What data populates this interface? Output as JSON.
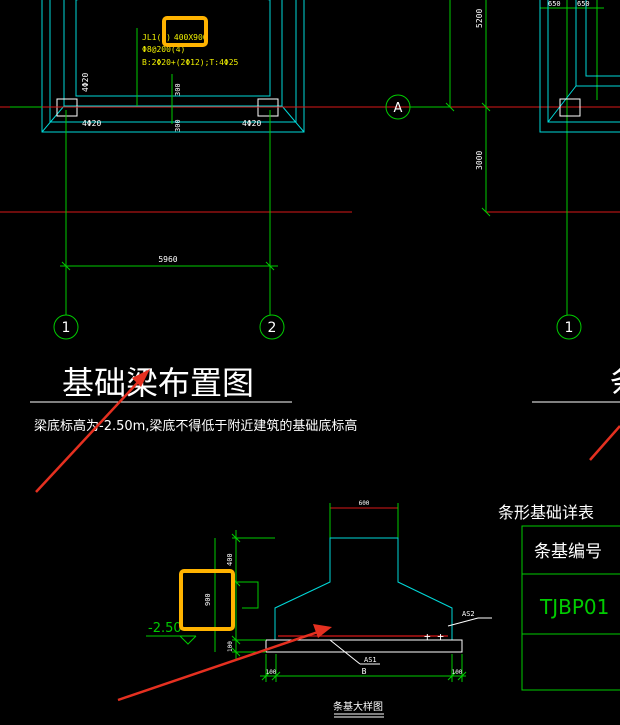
{
  "colors": {
    "background": "#000000",
    "foundation_outline": "#00d8d8",
    "dimension_line": "#00cc00",
    "axis_line": "#d81818",
    "text_white": "#ffffff",
    "text_yellow": "#f0f000",
    "highlight_box": "#ffb300",
    "annotation_arrow": "#e53020"
  },
  "plan": {
    "beam_label": "JL1(1)",
    "beam_label_hidden": "400X900",
    "stirrup_spec": "Φ8@200(4)",
    "rebar_spec": "B:2Φ20+(2Φ12);T:4Φ25",
    "bar_left": "4Φ20",
    "bar_right": "4Φ20",
    "bar_vertical": "4Φ20",
    "dim_300_a": "300",
    "dim_300_b": "300",
    "dim_span": "5960",
    "dim_5200": "5200",
    "dim_3000": "3000",
    "dim_650_a": "650",
    "dim_650_b": "650",
    "axis_1_left": "1",
    "axis_2": "2",
    "axis_1_right": "1",
    "axis_A": "A"
  },
  "title": {
    "main": "基础梁布置图",
    "note": "梁底标高为-2.50m,梁底不得低于附近建筑的基础底标高",
    "right_partial": "条"
  },
  "section": {
    "top_width": "600",
    "dim_400": "400",
    "dim_900": "900",
    "dim_100": "100",
    "elevation": "-2.50",
    "as1": "AS1",
    "as2": "AS2",
    "bottom_dim_left": "100",
    "bottom_dim_b": "B",
    "bottom_dim_right": "100",
    "caption": "条基大样图"
  },
  "table": {
    "title": "条形基础详表",
    "header": "条基编号",
    "row1": "TJBP01"
  }
}
